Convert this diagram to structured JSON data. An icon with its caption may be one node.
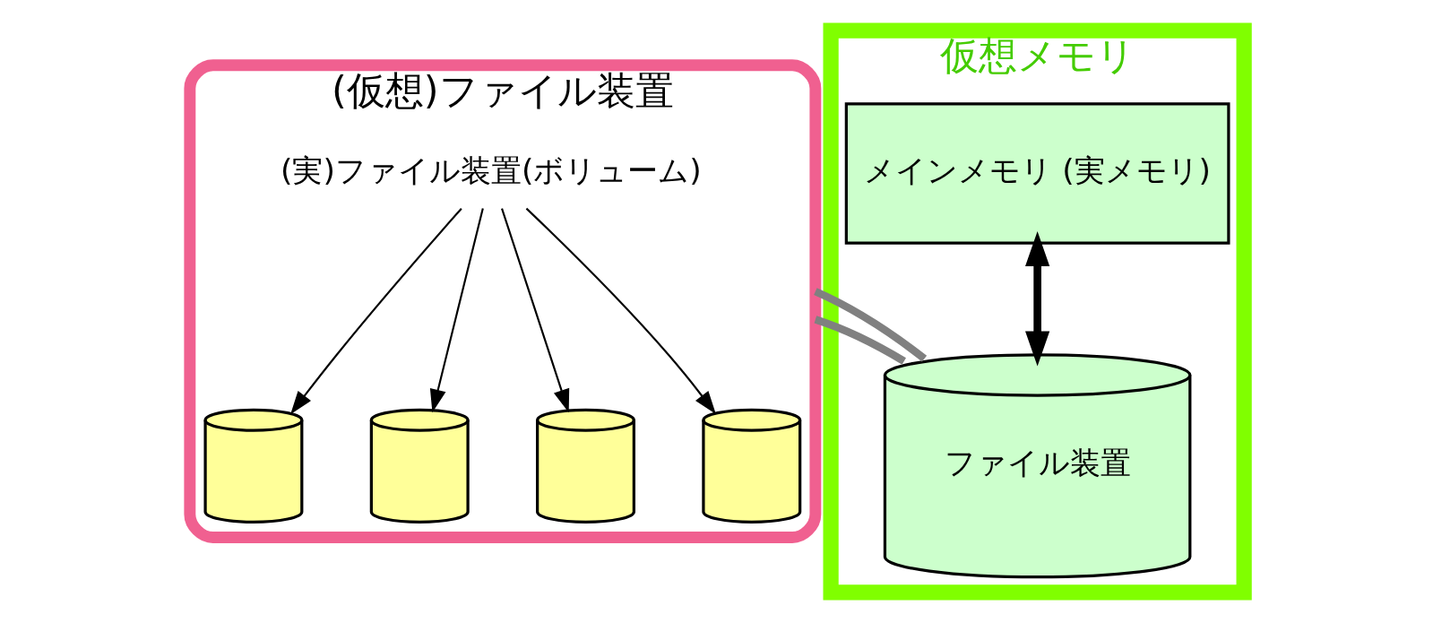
{
  "diagram": {
    "nodes": [
      {
        "text": [
          "(仮想)ファイル装置"
        ]
      },
      {
        "text": [],
        "shape": "cylinder",
        "in": 0
      },
      {
        "text": [],
        "shape": "cylinder",
        "in": 0
      },
      {
        "text": [],
        "shape": "cylinder",
        "in": 0
      },
      {
        "text": [],
        "shape": "cylinder",
        "in": 0
      },
      {
        "text": [
          "(実)ファイル装置(ボリューム)"
        ],
        "in": 0
      },
      {
        "text": [
          "仮想メモリ"
        ]
      },
      {
        "text": [
          "メインメモリ (実メモリ)"
        ],
        "in": 6
      },
      {
        "text": [
          "ファイル装置"
        ],
        "in": 6
      }
    ],
    "edges": [
      {
        "from": 5,
        "to": 1,
        "arrow": "to"
      },
      {
        "from": 5,
        "to": 2,
        "arrow": "to"
      },
      {
        "from": 5,
        "to": 3,
        "arrow": "to"
      },
      {
        "from": 5,
        "to": 4,
        "arrow": "to"
      },
      {
        "from": 7,
        "to": 8,
        "arrow": "both",
        "style": "thick"
      },
      {
        "from": 0,
        "to": 8,
        "arrow": "none",
        "style": "thick",
        "color": "#808080"
      },
      {
        "from": 0,
        "to": 8,
        "arrow": "none",
        "style": "thick",
        "color": "#808080"
      }
    ]
  }
}
